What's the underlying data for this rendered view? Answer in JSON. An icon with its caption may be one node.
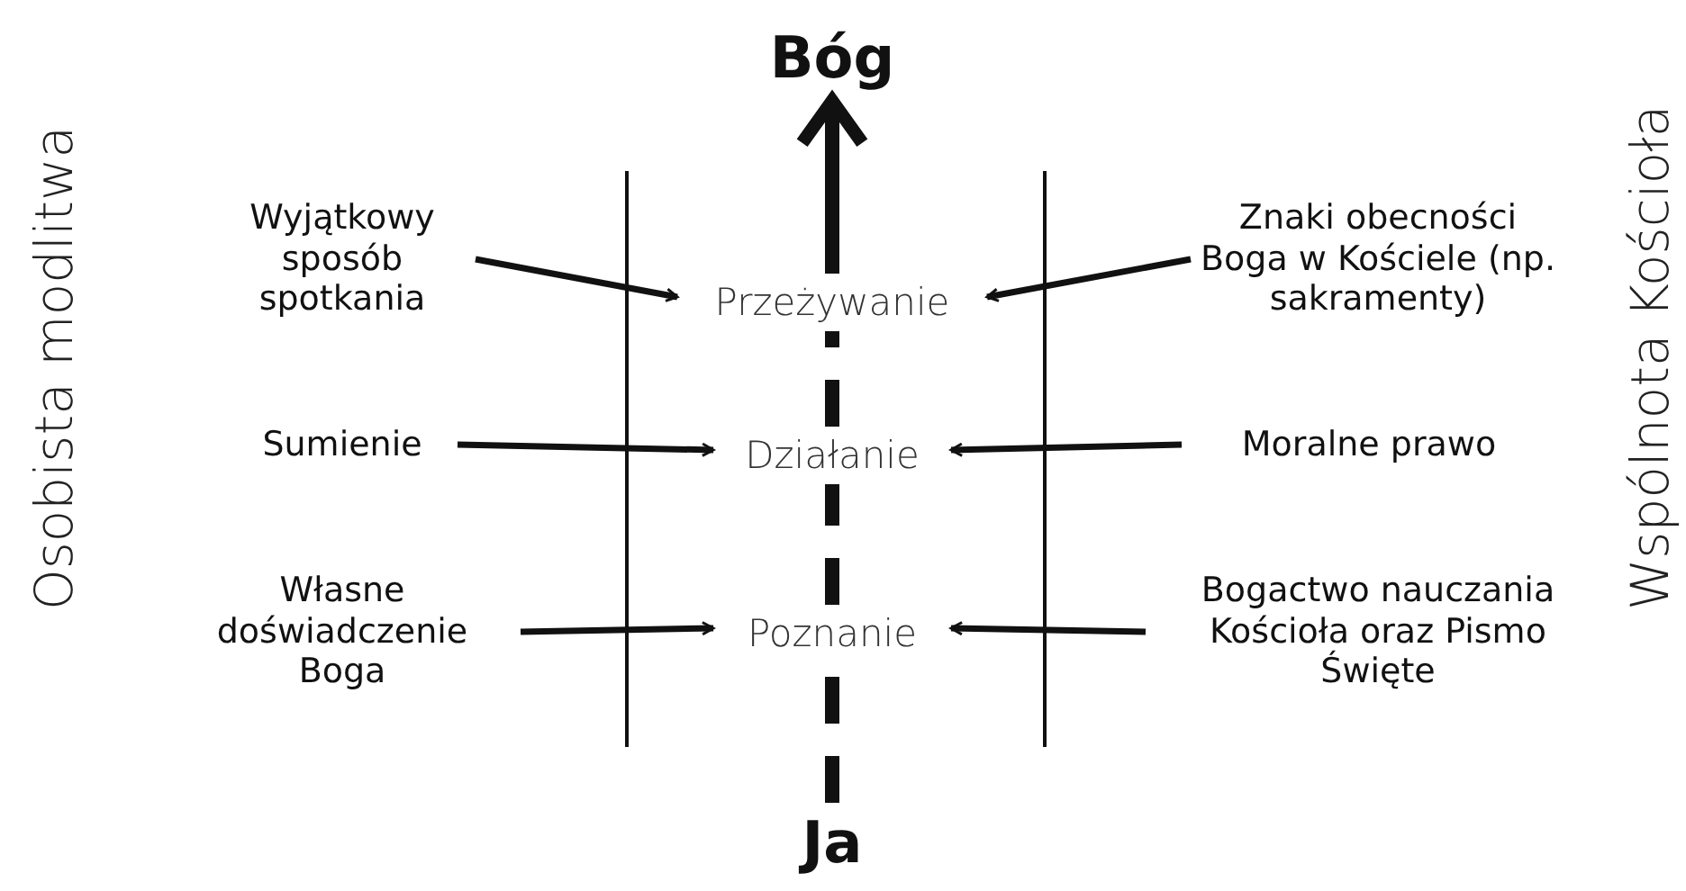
{
  "diagram": {
    "nodes": [
      {
        "text": [
          "Bóg"
        ]
      },
      {
        "text": [
          "Ja"
        ]
      },
      {
        "text": [
          "Przeżywanie"
        ]
      },
      {
        "text": [
          "Działanie"
        ]
      },
      {
        "text": [
          "Poznanie"
        ]
      },
      {
        "text": [
          "Wyjątkowy sposób spotkania"
        ]
      },
      {
        "text": [
          "Sumienie"
        ]
      },
      {
        "text": [
          "Własne doświadczenie Boga"
        ]
      },
      {
        "text": [
          "Znaki obecności Boga w Kościele (np. sakramenty)"
        ]
      },
      {
        "text": [
          "Moralne prawo"
        ]
      },
      {
        "text": [
          "Bogactwo nauczania Kościoła oraz Pismo Święte"
        ]
      }
    ],
    "edges": [
      {
        "from": 1,
        "to": 4,
        "arrow": "none",
        "style": "dashed"
      },
      {
        "from": 4,
        "to": 3,
        "arrow": "none",
        "style": "dashed"
      },
      {
        "from": 3,
        "to": 2,
        "arrow": "none",
        "style": "dashed"
      },
      {
        "from": 2,
        "to": 0,
        "arrow": "to",
        "style": "thick"
      },
      {
        "from": 5,
        "to": 2,
        "arrow": "to"
      },
      {
        "from": 8,
        "to": 2,
        "arrow": "to"
      },
      {
        "from": 6,
        "to": 3,
        "arrow": "to"
      },
      {
        "from": 9,
        "to": 3,
        "arrow": "to"
      },
      {
        "from": 7,
        "to": 4,
        "arrow": "to"
      },
      {
        "from": 10,
        "to": 4,
        "arrow": "to"
      }
    ],
    "labels": [
      "Osobista modlitwa",
      "Wspólnota Kościoła"
    ]
  }
}
